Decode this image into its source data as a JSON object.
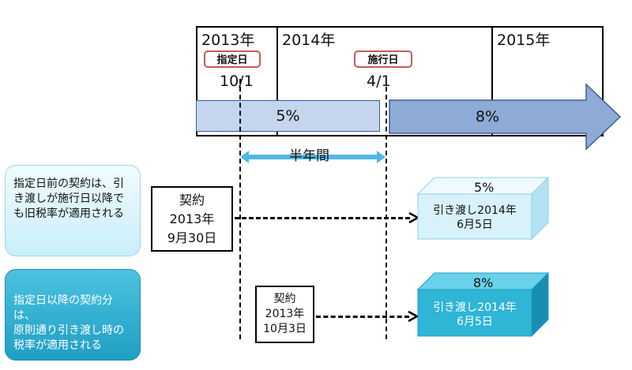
{
  "timeline": {
    "years": [
      "2013年",
      "2014年",
      "2015年"
    ],
    "designation_tag": "指定日",
    "enforcement_tag": "施行日",
    "designation_date": "10/1",
    "enforcement_date": "4/1",
    "old_rate": "5%",
    "new_rate": "8%",
    "half_year": "半年間"
  },
  "cases": [
    {
      "description": [
        "指定日前の契約は、引",
        "き渡しが施行日以降で",
        "も旧税率が適用される"
      ],
      "contract": [
        "契約",
        "2013年",
        "9月30日"
      ],
      "delivery_rate": "5%",
      "delivery": [
        "引き渡し2014年",
        "6月5日"
      ]
    },
    {
      "description": [
        "指定日以降の契約分は、",
        "原則通り引き渡し時の",
        "税率が適用される"
      ],
      "contract": [
        "契約",
        "2013年",
        "10月3日"
      ],
      "delivery_rate": "8%",
      "delivery": [
        "引き渡し2014年",
        "6月5日"
      ]
    }
  ],
  "colors": {
    "old_rate_fill": "#c5d5ee",
    "new_rate_fill": "#8eabd5",
    "case1_fill": "#d7f2fb",
    "case2_fill": "#2fb5d6",
    "half_year_arrow": "#4fb8e8"
  }
}
